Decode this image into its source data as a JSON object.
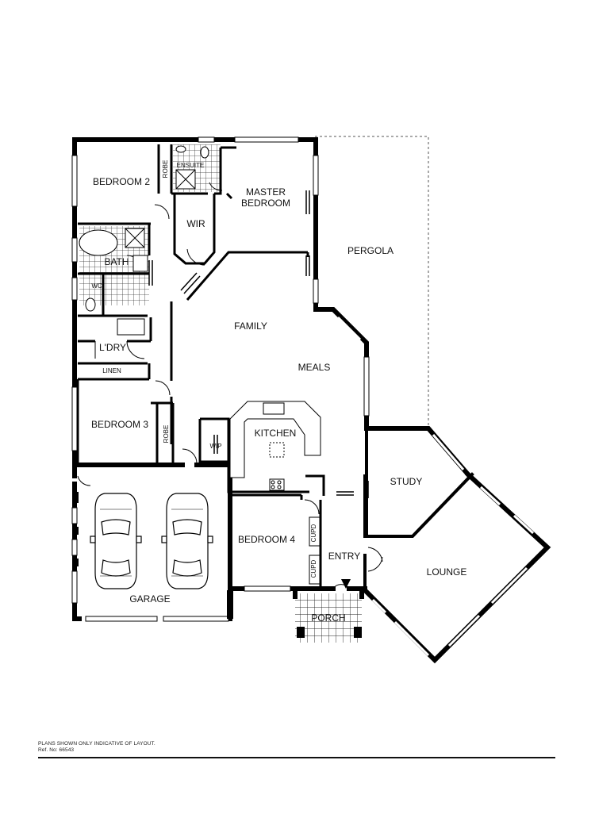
{
  "labels": {
    "bedroom2": "BEDROOM 2",
    "robe_upper": "ROBE",
    "ensuite": "ENSUITE",
    "master_line1": "MASTER",
    "master_line2": "BEDROOM",
    "wir": "WIR",
    "pergola": "PERGOLA",
    "bath": "BATH",
    "wc": "WC",
    "family": "FAMILY",
    "laundry": "L'DRY",
    "linen": "LINEN",
    "meals": "MEALS",
    "bedroom3": "BEDROOM 3",
    "robe_lower": "ROBE",
    "kitchen": "KITCHEN",
    "wip": "WIP",
    "study": "STUDY",
    "bedroom4": "BEDROOM 4",
    "cupd_upper": "CUPD",
    "cupd_lower": "CUPD",
    "entry": "ENTRY",
    "lounge": "LOUNGE",
    "garage": "GARAGE",
    "porch": "PORCH"
  },
  "footer": {
    "disclaimer": "PLANS SHOWN ONLY INDICATIVE OF LAYOUT.",
    "ref": "Ref. No: 66543"
  }
}
